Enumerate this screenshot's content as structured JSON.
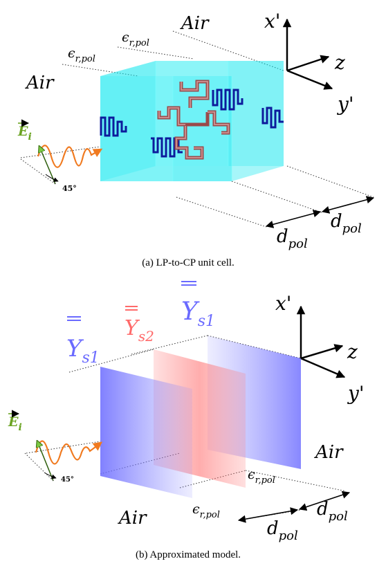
{
  "figure_a": {
    "caption": "(a) LP-to-CP unit cell.",
    "air_left": "Air",
    "air_top": "Air",
    "eps_base": "ϵ",
    "eps_sub": "r,pol",
    "field_base": "E",
    "field_sub": "i",
    "angle": "45°",
    "d_base": "d",
    "d_sub": "pol",
    "axes": {
      "x": "x'",
      "y": "y'",
      "z": "z"
    }
  },
  "figure_b": {
    "caption": "(b) Approximated model.",
    "air_right": "Air",
    "air_bottom": "Air",
    "eps_base": "ϵ",
    "eps_sub": "r,pol",
    "Y_base": "Y",
    "Ys1_sub": "s1",
    "Ys2_sub": "s2",
    "field_base": "E",
    "field_sub": "i",
    "angle": "45°",
    "d_base": "d",
    "d_sub": "pol",
    "axes": {
      "x": "x'",
      "y": "y'",
      "z": "z"
    }
  },
  "colors": {
    "cube": "#00e5ee",
    "metal_blue": "#0d1b9c",
    "metal_red": "#b35a5a",
    "sheet_blue": "#7070ff",
    "sheet_red": "#ff7a7a",
    "wave": "#f07a20",
    "field": "#6aa321"
  }
}
